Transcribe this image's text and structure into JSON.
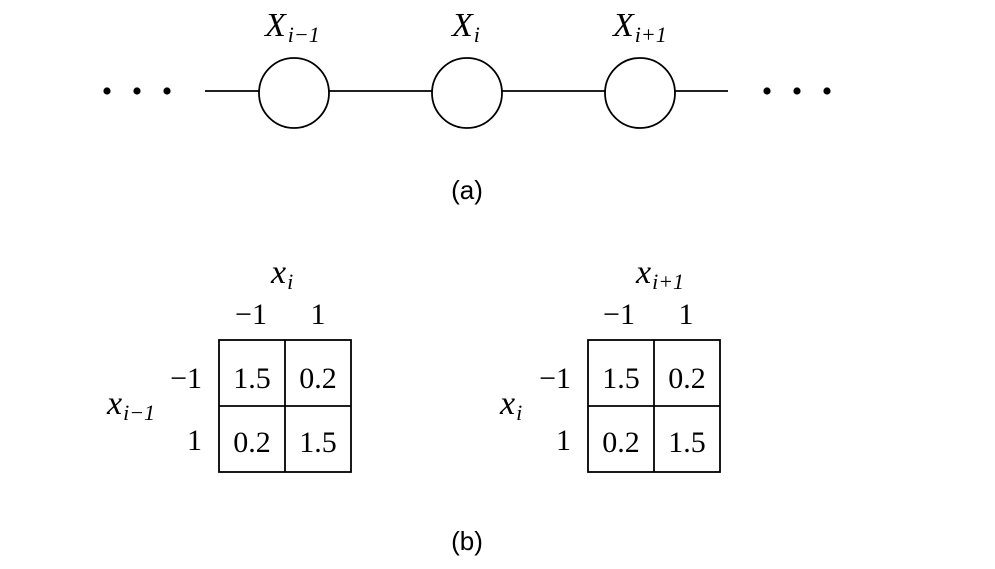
{
  "panel_a": {
    "caption": "(a)",
    "nodes": [
      {
        "base": "X",
        "sub": "i−1"
      },
      {
        "base": "X",
        "sub": "i"
      },
      {
        "base": "X",
        "sub": "i+1"
      }
    ]
  },
  "panel_b": {
    "caption": "(b)",
    "tables": [
      {
        "row_var": {
          "base": "x",
          "sub": "i−1"
        },
        "col_var": {
          "base": "x",
          "sub": "i"
        },
        "col_labels": [
          "−1",
          "1"
        ],
        "row_labels": [
          "−1",
          "1"
        ],
        "cells": [
          [
            "1.5",
            "0.2"
          ],
          [
            "0.2",
            "1.5"
          ]
        ]
      },
      {
        "row_var": {
          "base": "x",
          "sub": "i"
        },
        "col_var": {
          "base": "x",
          "sub": "i+1"
        },
        "col_labels": [
          "−1",
          "1"
        ],
        "row_labels": [
          "−1",
          "1"
        ],
        "cells": [
          [
            "1.5",
            "0.2"
          ],
          [
            "0.2",
            "1.5"
          ]
        ]
      }
    ]
  }
}
